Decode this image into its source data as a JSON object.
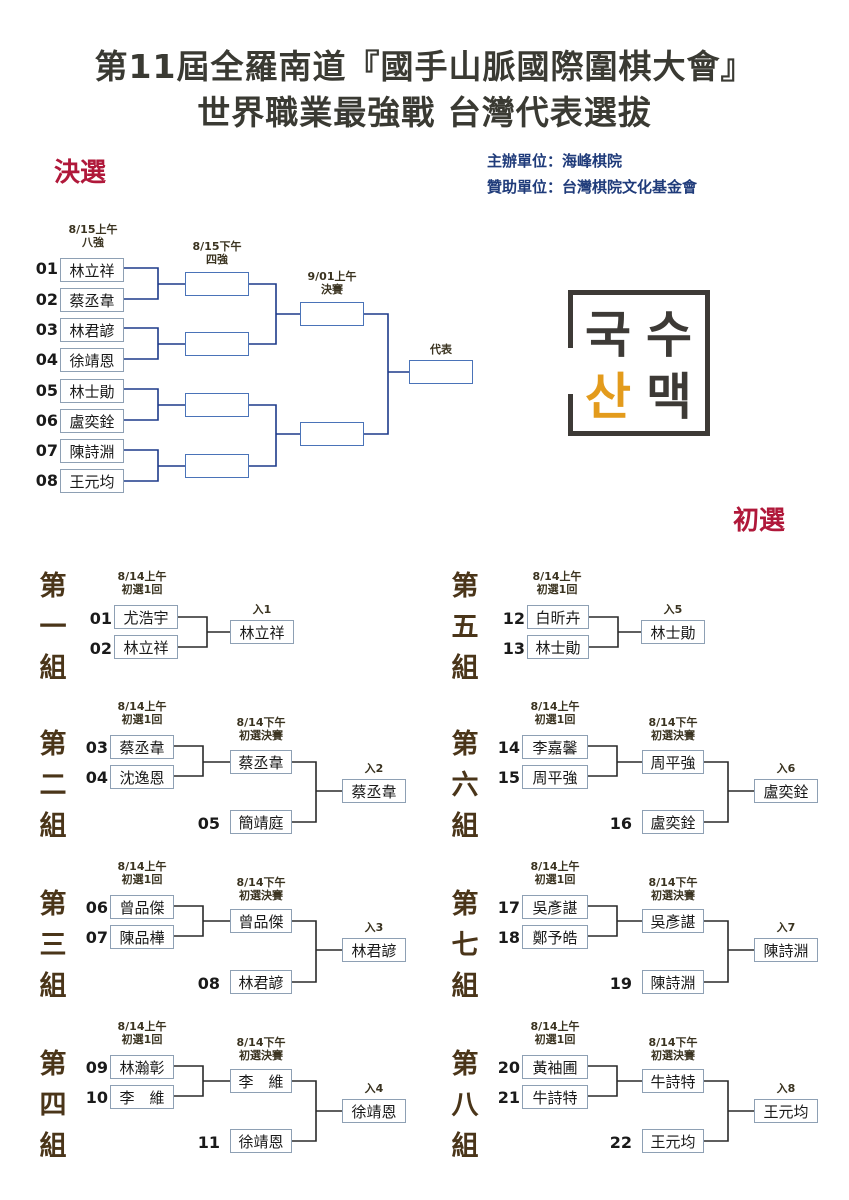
{
  "header": {
    "title_line1": "第11屆全羅南道『國手山脈國際圍棋大會』",
    "title_line2": "世界職業最強戰 台灣代表選拔"
  },
  "organizers": {
    "host": "主辦單位：海峰棋院",
    "sponsor": "贊助單位：台灣棋院文化基金會"
  },
  "finals": {
    "heading": "決選",
    "round1_label": [
      "8/15上午",
      "八強"
    ],
    "round2_label": [
      "8/15下午",
      "四強"
    ],
    "round3_label": [
      "9/01上午",
      "決賽"
    ],
    "winner_label": "代表",
    "players": [
      {
        "num": "01",
        "name": "林立祥"
      },
      {
        "num": "02",
        "name": "蔡丞韋"
      },
      {
        "num": "03",
        "name": "林君諺"
      },
      {
        "num": "04",
        "name": "徐靖恩"
      },
      {
        "num": "05",
        "name": "林士勛"
      },
      {
        "num": "06",
        "name": "盧奕銓"
      },
      {
        "num": "07",
        "name": "陳詩淵"
      },
      {
        "num": "08",
        "name": "王元均"
      }
    ]
  },
  "logo": {
    "text": "국수산맥",
    "colors": {
      "dark": "#3d3a36",
      "accent": "#e39b1c"
    }
  },
  "prelims": {
    "heading": "初選",
    "r1_label": [
      "8/14上午",
      "初選1回"
    ],
    "r2_label": [
      "8/14下午",
      "初選決賽"
    ],
    "groups": [
      {
        "name": [
          "第",
          "一",
          "組"
        ],
        "p1": {
          "num": "01",
          "name": "尤浩宇"
        },
        "p2": {
          "num": "02",
          "name": "林立祥"
        },
        "advance_label": "入1",
        "advance": "林立祥"
      },
      {
        "name": [
          "第",
          "五",
          "組"
        ],
        "p1": {
          "num": "12",
          "name": "白昕卉"
        },
        "p2": {
          "num": "13",
          "name": "林士勛"
        },
        "advance_label": "入5",
        "advance": "林士勛"
      },
      {
        "name": [
          "第",
          "二",
          "組"
        ],
        "p1": {
          "num": "03",
          "name": "蔡丞韋"
        },
        "p2": {
          "num": "04",
          "name": "沈逸恩"
        },
        "r1_winner": "蔡丞韋",
        "p3": {
          "num": "05",
          "name": "簡靖庭"
        },
        "advance_label": "入2",
        "advance": "蔡丞韋"
      },
      {
        "name": [
          "第",
          "六",
          "組"
        ],
        "p1": {
          "num": "14",
          "name": "李嘉馨"
        },
        "p2": {
          "num": "15",
          "name": "周平強"
        },
        "r1_winner": "周平強",
        "p3": {
          "num": "16",
          "name": "盧奕銓"
        },
        "advance_label": "入6",
        "advance": "盧奕銓"
      },
      {
        "name": [
          "第",
          "三",
          "組"
        ],
        "p1": {
          "num": "06",
          "name": "曾品傑"
        },
        "p2": {
          "num": "07",
          "name": "陳品樺"
        },
        "r1_winner": "曾品傑",
        "p3": {
          "num": "08",
          "name": "林君諺"
        },
        "advance_label": "入3",
        "advance": "林君諺"
      },
      {
        "name": [
          "第",
          "七",
          "組"
        ],
        "p1": {
          "num": "17",
          "name": "吳彥諶"
        },
        "p2": {
          "num": "18",
          "name": "鄭予皓"
        },
        "r1_winner": "吳彥諶",
        "p3": {
          "num": "19",
          "name": "陳詩淵"
        },
        "advance_label": "入7",
        "advance": "陳詩淵"
      },
      {
        "name": [
          "第",
          "四",
          "組"
        ],
        "p1": {
          "num": "09",
          "name": "林瀚彰"
        },
        "p2": {
          "num": "10",
          "name": "李　維"
        },
        "r1_winner": "李　維",
        "p3": {
          "num": "11",
          "name": "徐靖恩"
        },
        "advance_label": "入4",
        "advance": "徐靖恩"
      },
      {
        "name": [
          "第",
          "八",
          "組"
        ],
        "p1": {
          "num": "20",
          "name": "黃袖圃"
        },
        "p2": {
          "num": "21",
          "name": "牛詩特"
        },
        "r1_winner": "牛詩特",
        "p3": {
          "num": "22",
          "name": "王元均"
        },
        "advance_label": "入8",
        "advance": "王元均"
      }
    ]
  }
}
